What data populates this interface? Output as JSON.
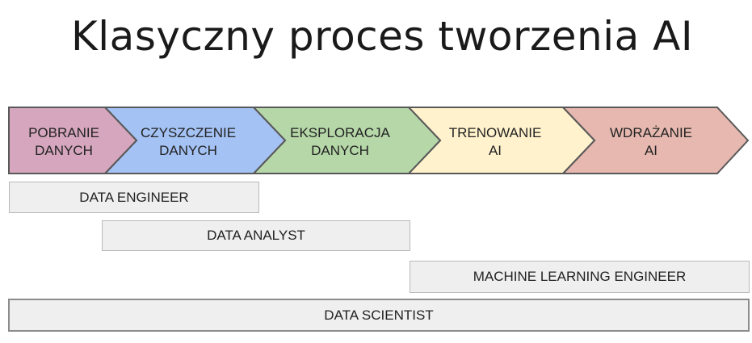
{
  "title": "Klasyczny proces tworzenia AI",
  "stages": [
    {
      "line1": "POBRANIE",
      "line2": "DANYCH",
      "color": "#d5a6bd"
    },
    {
      "line1": "CZYSZCZENIE",
      "line2": "DANYCH",
      "color": "#a4c2f4"
    },
    {
      "line1": "EKSPLORACJA",
      "line2": "DANYCH",
      "color": "#b6d7a8"
    },
    {
      "line1": "TRENOWANIE",
      "line2": "AI",
      "color": "#fff2cc"
    },
    {
      "line1": "WDRAŻANIE",
      "line2": "AI",
      "color": "#e6b8af"
    }
  ],
  "roles": {
    "data_engineer": "DATA ENGINEER",
    "data_analyst": "DATA ANALYST",
    "ml_engineer": "MACHINE LEARNING ENGINEER",
    "data_scientist": "DATA SCIENTIST"
  },
  "colors": {
    "outline": "#595959",
    "role_fill": "#efefef"
  }
}
